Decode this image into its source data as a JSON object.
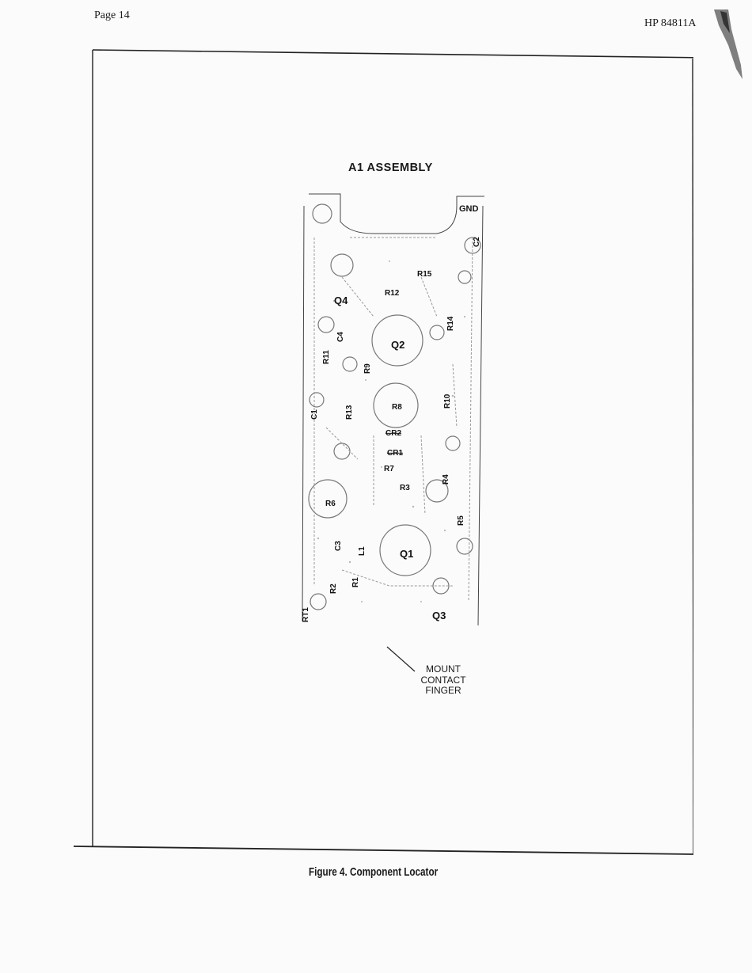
{
  "header": {
    "page_number": "Page 14",
    "document_id": "HP 84811A"
  },
  "figure": {
    "title": "A1 ASSEMBLY",
    "component_labels": {
      "gnd": "GND",
      "c2": "C2",
      "r15": "R15",
      "r12": "R12",
      "q4": "Q4",
      "r14": "R14",
      "q2": "Q2",
      "c4": "C4",
      "r11": "R11",
      "r9": "R9",
      "r8": "R8",
      "r10": "R10",
      "c1": "C1",
      "r13": "R13",
      "cr2": "CR2",
      "cr1": "CR1",
      "r7": "R7",
      "r3": "R3",
      "r4": "R4",
      "r6": "R6",
      "r5": "R5",
      "c3": "C3",
      "l1": "L1",
      "q1": "Q1",
      "r2": "R2",
      "r1": "R1",
      "rt1": "RT1",
      "q3": "Q3"
    },
    "callout": [
      "MOUNT",
      "CONTACT",
      "FINGER"
    ],
    "caption": "Figure 4.  Component Locator"
  }
}
